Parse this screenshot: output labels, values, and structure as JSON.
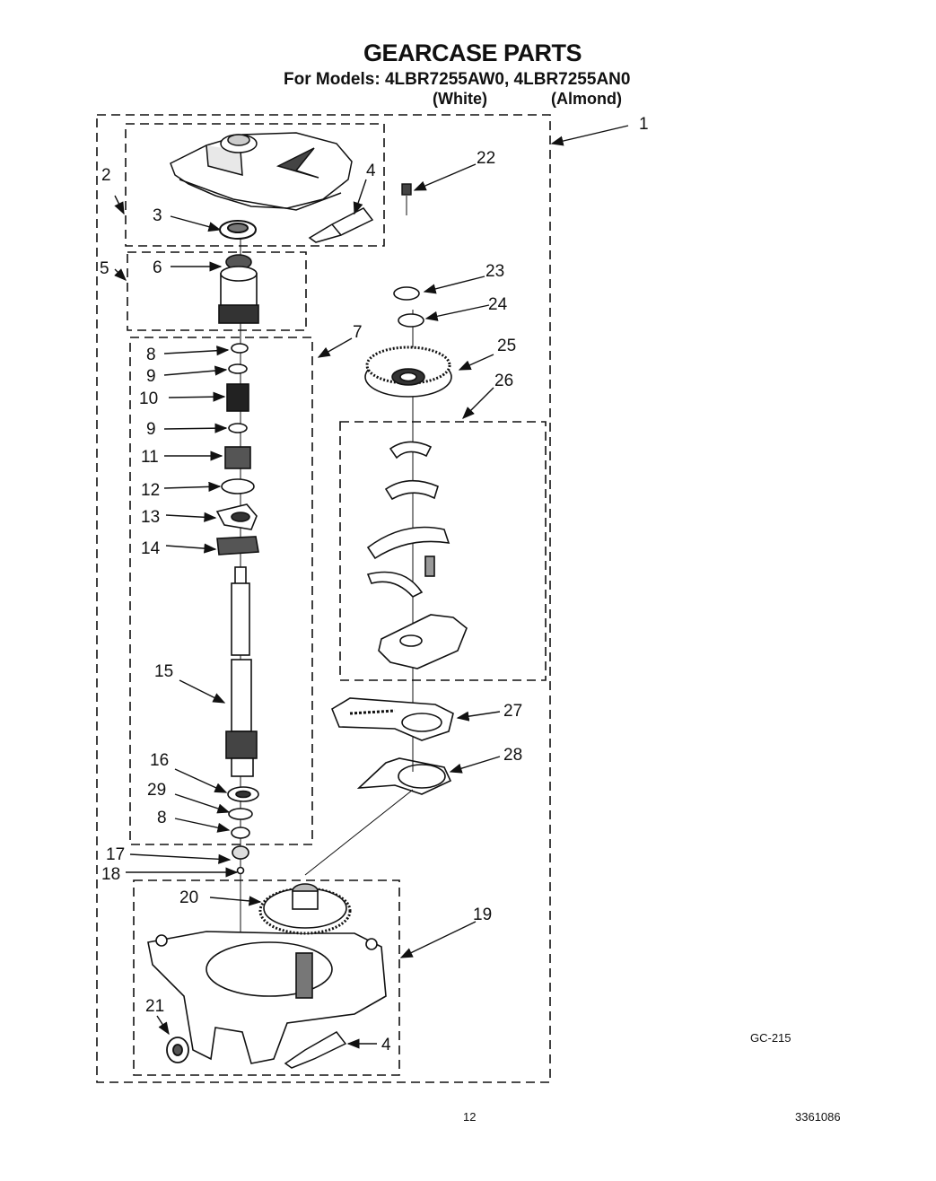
{
  "header": {
    "title": "GEARCASE PARTS",
    "models_line": "For Models: 4LBR7255AW0, 4LBR7255AN0",
    "color_white": "(White)",
    "color_almond": "(Almond)"
  },
  "callouts": {
    "c1": "1",
    "c2": "2",
    "c3": "3",
    "c4a": "4",
    "c4b": "4",
    "c5": "5",
    "c6": "6",
    "c7": "7",
    "c8a": "8",
    "c8b": "8",
    "c9a": "9",
    "c9b": "9",
    "c10": "10",
    "c11": "11",
    "c12": "12",
    "c13": "13",
    "c14": "14",
    "c15": "15",
    "c16": "16",
    "c17": "17",
    "c18": "18",
    "c19": "19",
    "c20": "20",
    "c21": "21",
    "c22": "22",
    "c23": "23",
    "c24": "24",
    "c25": "25",
    "c26": "26",
    "c27": "27",
    "c28": "28",
    "c29": "29"
  },
  "footer": {
    "figure_code": "GC-215",
    "page_number": "12",
    "doc_number": "3361086"
  }
}
